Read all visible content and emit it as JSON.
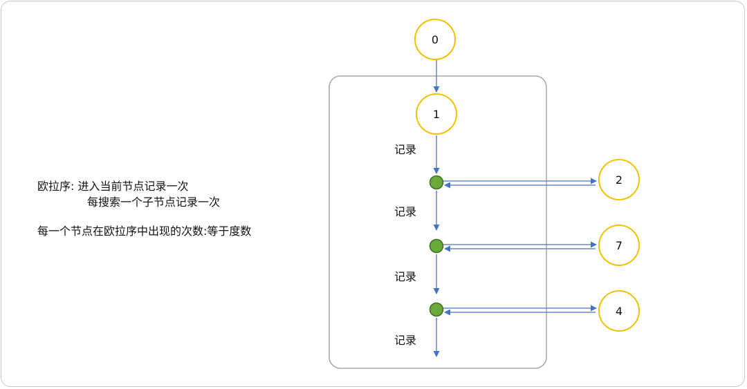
{
  "notes": {
    "line1_label": "欧拉序:",
    "line1_text": "进入当前节点记录一次",
    "line2_text": "每搜索一个子节点记录一次",
    "line3_text": "每一个节点在欧拉序中出现的次数:等于度数"
  },
  "nodes": {
    "root": "0",
    "current": "1",
    "children": [
      "2",
      "7",
      "4"
    ]
  },
  "record_labels": [
    "记录",
    "记录",
    "记录",
    "记录"
  ],
  "colors": {
    "node_border": "#f2c200",
    "visit_dot_fill": "#6aaa3a",
    "visit_dot_border": "#3d6b1f",
    "arrow": "#4472c4",
    "box_border": "#a6a6a6"
  }
}
